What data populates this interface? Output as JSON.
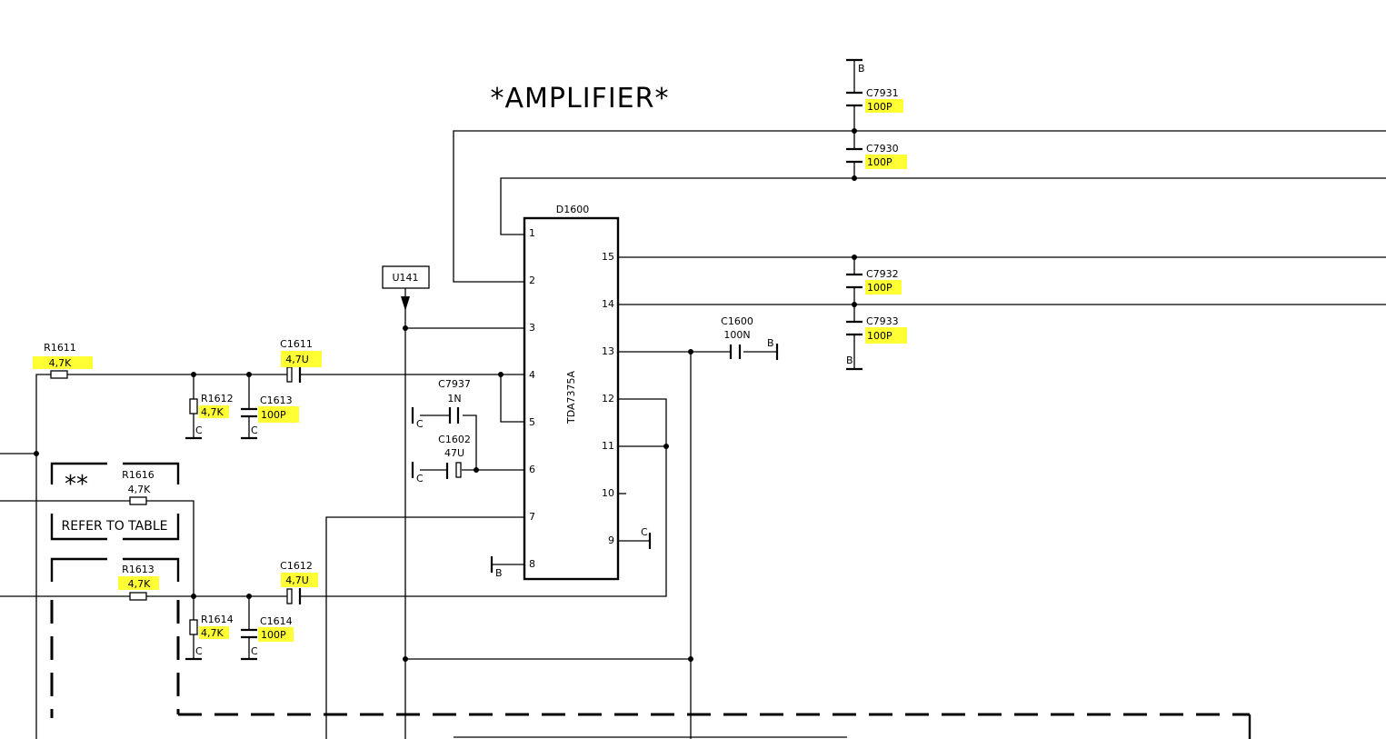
{
  "title": "*AMPLIFIER*",
  "ic": {
    "ref": "D1600",
    "part": "TDA7375A",
    "left_pins": [
      "1",
      "2",
      "3",
      "4",
      "5",
      "6",
      "7",
      "8"
    ],
    "right_pins": [
      "15",
      "14",
      "13",
      "12",
      "11",
      "10",
      "9"
    ]
  },
  "test_point": "U141",
  "note": {
    "symbol": "**",
    "text": "REFER TO TABLE"
  },
  "components": {
    "R1611": {
      "ref": "R1611",
      "value": "4,7K"
    },
    "R1612": {
      "ref": "R1612",
      "value": "4,7K"
    },
    "R1613": {
      "ref": "R1613",
      "value": "4,7K"
    },
    "R1614": {
      "ref": "R1614",
      "value": "4,7K"
    },
    "R1616": {
      "ref": "R1616",
      "value": "4,7K"
    },
    "C1611": {
      "ref": "C1611",
      "value": "4,7U"
    },
    "C1612": {
      "ref": "C1612",
      "value": "4,7U"
    },
    "C1613": {
      "ref": "C1613",
      "value": "100P"
    },
    "C1614": {
      "ref": "C1614",
      "value": "100P"
    },
    "C7937": {
      "ref": "C7937",
      "value": "1N"
    },
    "C1602": {
      "ref": "C1602",
      "value": "47U"
    },
    "C1600": {
      "ref": "C1600",
      "value": "100N"
    },
    "C7930": {
      "ref": "C7930",
      "value": "100P"
    },
    "C7931": {
      "ref": "C7931",
      "value": "100P"
    },
    "C7932": {
      "ref": "C7932",
      "value": "100P"
    },
    "C7933": {
      "ref": "C7933",
      "value": "100P"
    }
  },
  "grounds": {
    "b": "B",
    "c": "C"
  },
  "colors": {
    "highlight": "#ffff33",
    "ink": "#000000",
    "background": "#ffffff"
  }
}
